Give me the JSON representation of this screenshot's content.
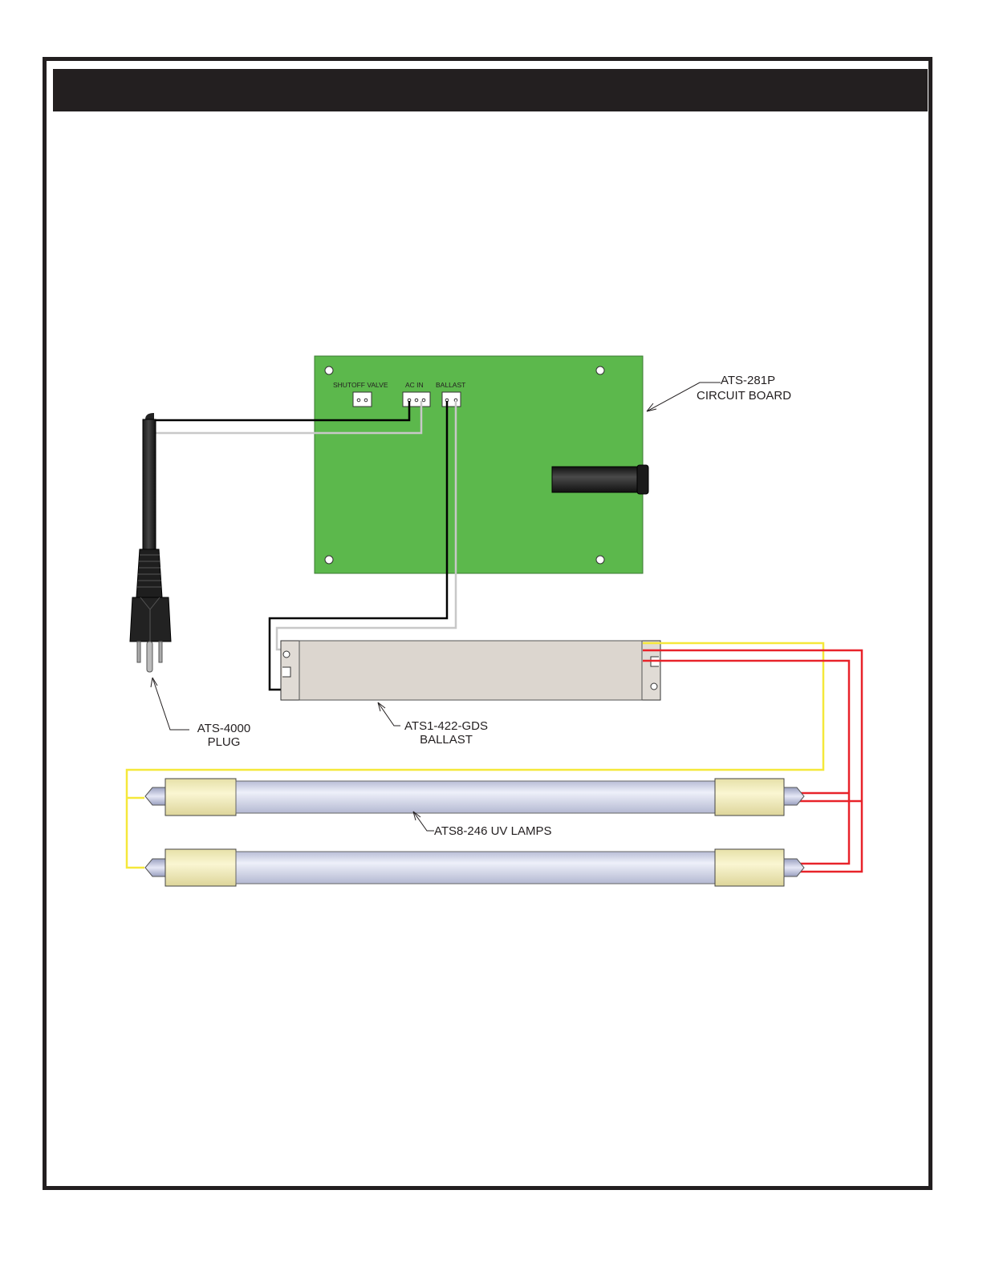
{
  "header": {
    "title": ""
  },
  "colors": {
    "board": "#5cb84c",
    "wire_black": "#000000",
    "wire_white": "#c8c8c8",
    "wire_yellow": "#f5e83a",
    "wire_red": "#e8232a",
    "ballast_body": "#e0dbd5",
    "lamp_tube": "#d4d8ec",
    "lamp_socket": "#f4efc0"
  },
  "board_connectors": {
    "shutoff_valve": "SHUTOFF VALVE",
    "ac_in": "AC IN",
    "ballast": "BALLAST"
  },
  "labels": {
    "circuit_board": {
      "line1": "ATS-281P",
      "line2": "CIRCUIT BOARD"
    },
    "plug": {
      "line1": "ATS-4000",
      "line2": "PLUG"
    },
    "ballast": {
      "line1": "ATS1-422-GDS",
      "line2": "BALLAST"
    },
    "lamps": {
      "line1": "ATS8-246 UV LAMPS"
    }
  }
}
